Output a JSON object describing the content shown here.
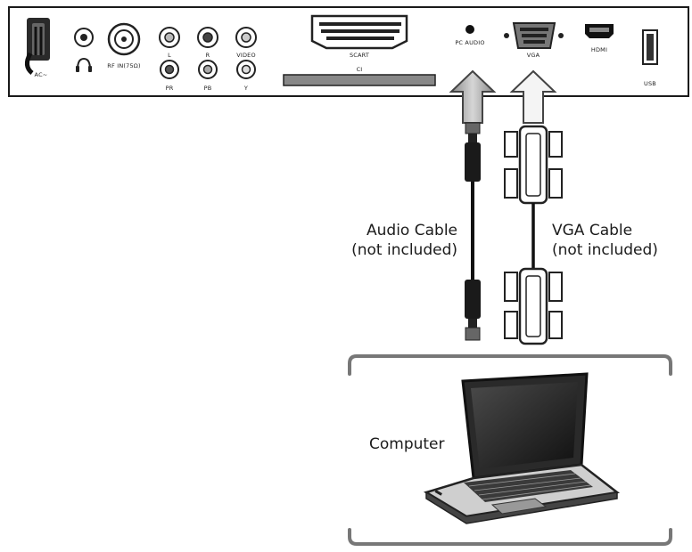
{
  "panel": {
    "ports": {
      "ac": "AC~",
      "rf_in": "RF IN(75Ω)",
      "audio_l": "L",
      "audio_r": "R",
      "video": "VIDEO",
      "pr": "PR",
      "pb": "PB",
      "y": "Y",
      "scart": "SCART",
      "ci": "CI",
      "pc_audio": "PC AUDIO",
      "vga": "VGA",
      "hdmi": "HDMI",
      "usb": "USB"
    }
  },
  "labels": {
    "audio_cable_line1": "Audio Cable",
    "audio_cable_line2": "(not included)",
    "vga_cable_line1": "VGA Cable",
    "vga_cable_line2": "(not included)",
    "computer": "Computer"
  }
}
